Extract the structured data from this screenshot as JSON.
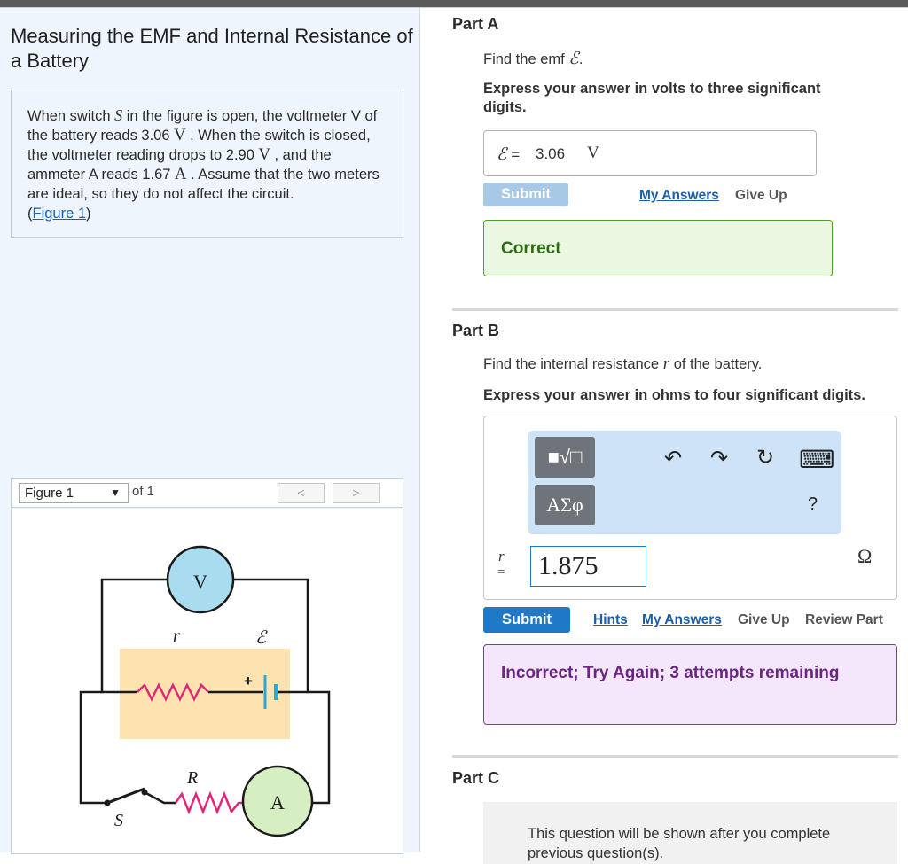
{
  "problem": {
    "title": "Measuring the EMF and Internal Resistance of a Battery",
    "text_1": "When switch ",
    "switch_symbol": "S",
    "text_2": " in the figure is open, the voltmeter V of the battery reads 3.06 ",
    "unit_v1": "V",
    "text_3": " . When the switch is closed, the voltmeter reading drops to 2.90 ",
    "unit_v2": "V",
    "text_4": " , and the ammeter A reads 1.67 ",
    "unit_a": "A",
    "text_5": " . Assume that the two meters are ideal, so they do not affect the circuit.",
    "figure_link_open": "(",
    "figure_link": "Figure 1",
    "figure_link_close": ")"
  },
  "figure_bar": {
    "selected": "Figure 1",
    "caret": "▼",
    "of_label": "of 1",
    "prev": "<",
    "next": ">"
  },
  "circuit": {
    "voltmeter_label": "V",
    "ammeter_label": "A",
    "internal_resistance_label": "r",
    "emf_label": "ℰ",
    "plus_label": "+",
    "resistor_label": "R",
    "switch_label": "S",
    "colors": {
      "voltmeter_fill": "#a9dcef",
      "ammeter_fill": "#d6efc2",
      "battery_box": "#fde3b0",
      "resistor": "#e0287a",
      "battery": "#27a8d8",
      "wire": "#1a1a1a"
    }
  },
  "part_a": {
    "title": "Part A",
    "prompt_text": "Find the emf ",
    "prompt_symbol": "ℰ",
    "prompt_end": ".",
    "instruction": "Express your answer in volts to three significant digits.",
    "answer_symbol": "ℰ",
    "answer_eq": " =",
    "answer_value": "3.06",
    "answer_unit": "V",
    "submit": "Submit",
    "my_answers": "My Answers",
    "give_up": "Give Up",
    "feedback": "Correct"
  },
  "part_b": {
    "title": "Part B",
    "prompt_text": "Find the internal resistance ",
    "prompt_symbol": "r",
    "prompt_end": " of the battery.",
    "instruction": "Express your answer in ohms to four significant digits.",
    "toolbar": {
      "template_icon": "■√□",
      "greek_button": "ΑΣφ",
      "undo_icon": "↶",
      "redo_icon": "↷",
      "reset_icon": "↻",
      "keyboard_icon": "⌨",
      "help": "?"
    },
    "variable": "r",
    "equals": "=",
    "answer_value": "1.875",
    "answer_unit": "Ω",
    "submit": "Submit",
    "hints": "Hints",
    "my_answers": "My Answers",
    "give_up": "Give Up",
    "review_part": "Review Part",
    "feedback": "Incorrect; Try Again; 3 attempts remaining"
  },
  "part_c": {
    "title": "Part C",
    "message": "This question will be shown after you complete previous question(s)."
  }
}
